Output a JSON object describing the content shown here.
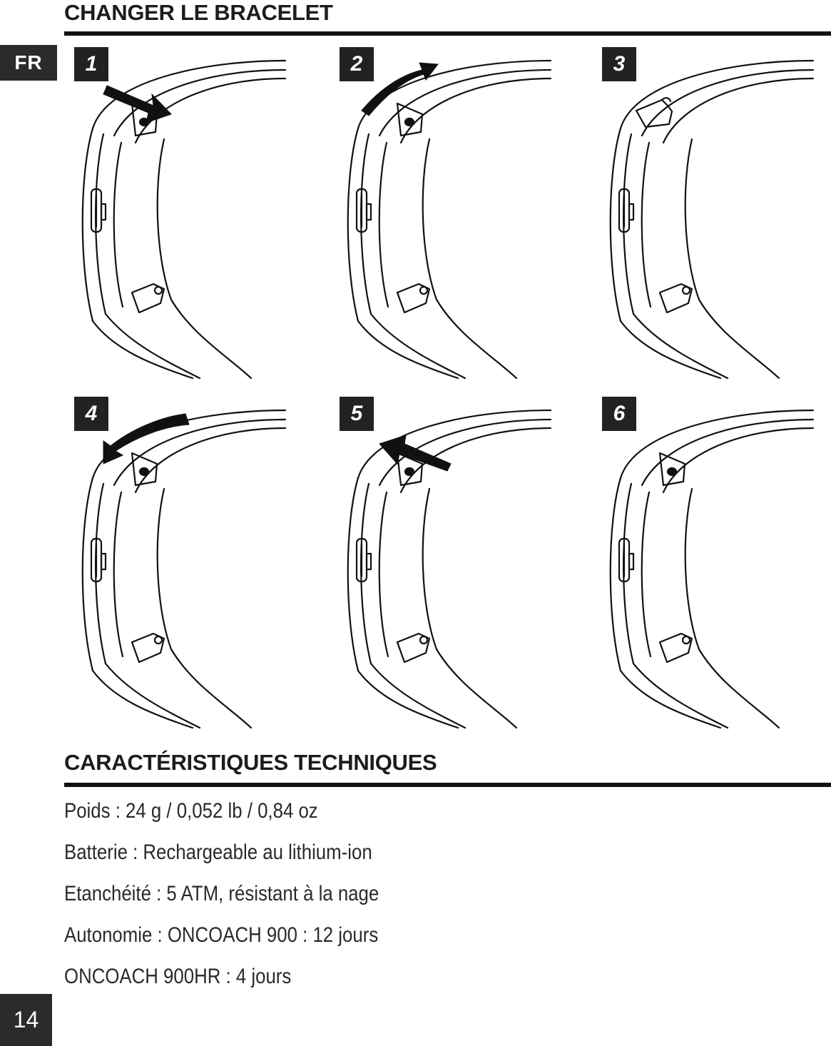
{
  "language_tab": "FR",
  "sections": {
    "change_band": {
      "title": "CHANGER LE BRACELET"
    },
    "specs": {
      "title": "CARACTÉRISTIQUES TECHNIQUES"
    }
  },
  "steps": [
    {
      "number": "1",
      "arrow": "push-in-right"
    },
    {
      "number": "2",
      "arrow": "lift-up-right"
    },
    {
      "number": "3",
      "arrow": "none"
    },
    {
      "number": "4",
      "arrow": "lower-left"
    },
    {
      "number": "5",
      "arrow": "push-in-left"
    },
    {
      "number": "6",
      "arrow": "none"
    }
  ],
  "specs_lines": [
    "Poids : 24 g / 0,052 lb / 0,84 oz",
    "Batterie : Rechargeable au lithium-ion",
    "Etanchéité : 5 ATM, résistant à la nage",
    "Autonomie : ONCOACH 900 : 12 jours",
    "ONCOACH 900HR : 4 jours"
  ],
  "page_number": "14"
}
